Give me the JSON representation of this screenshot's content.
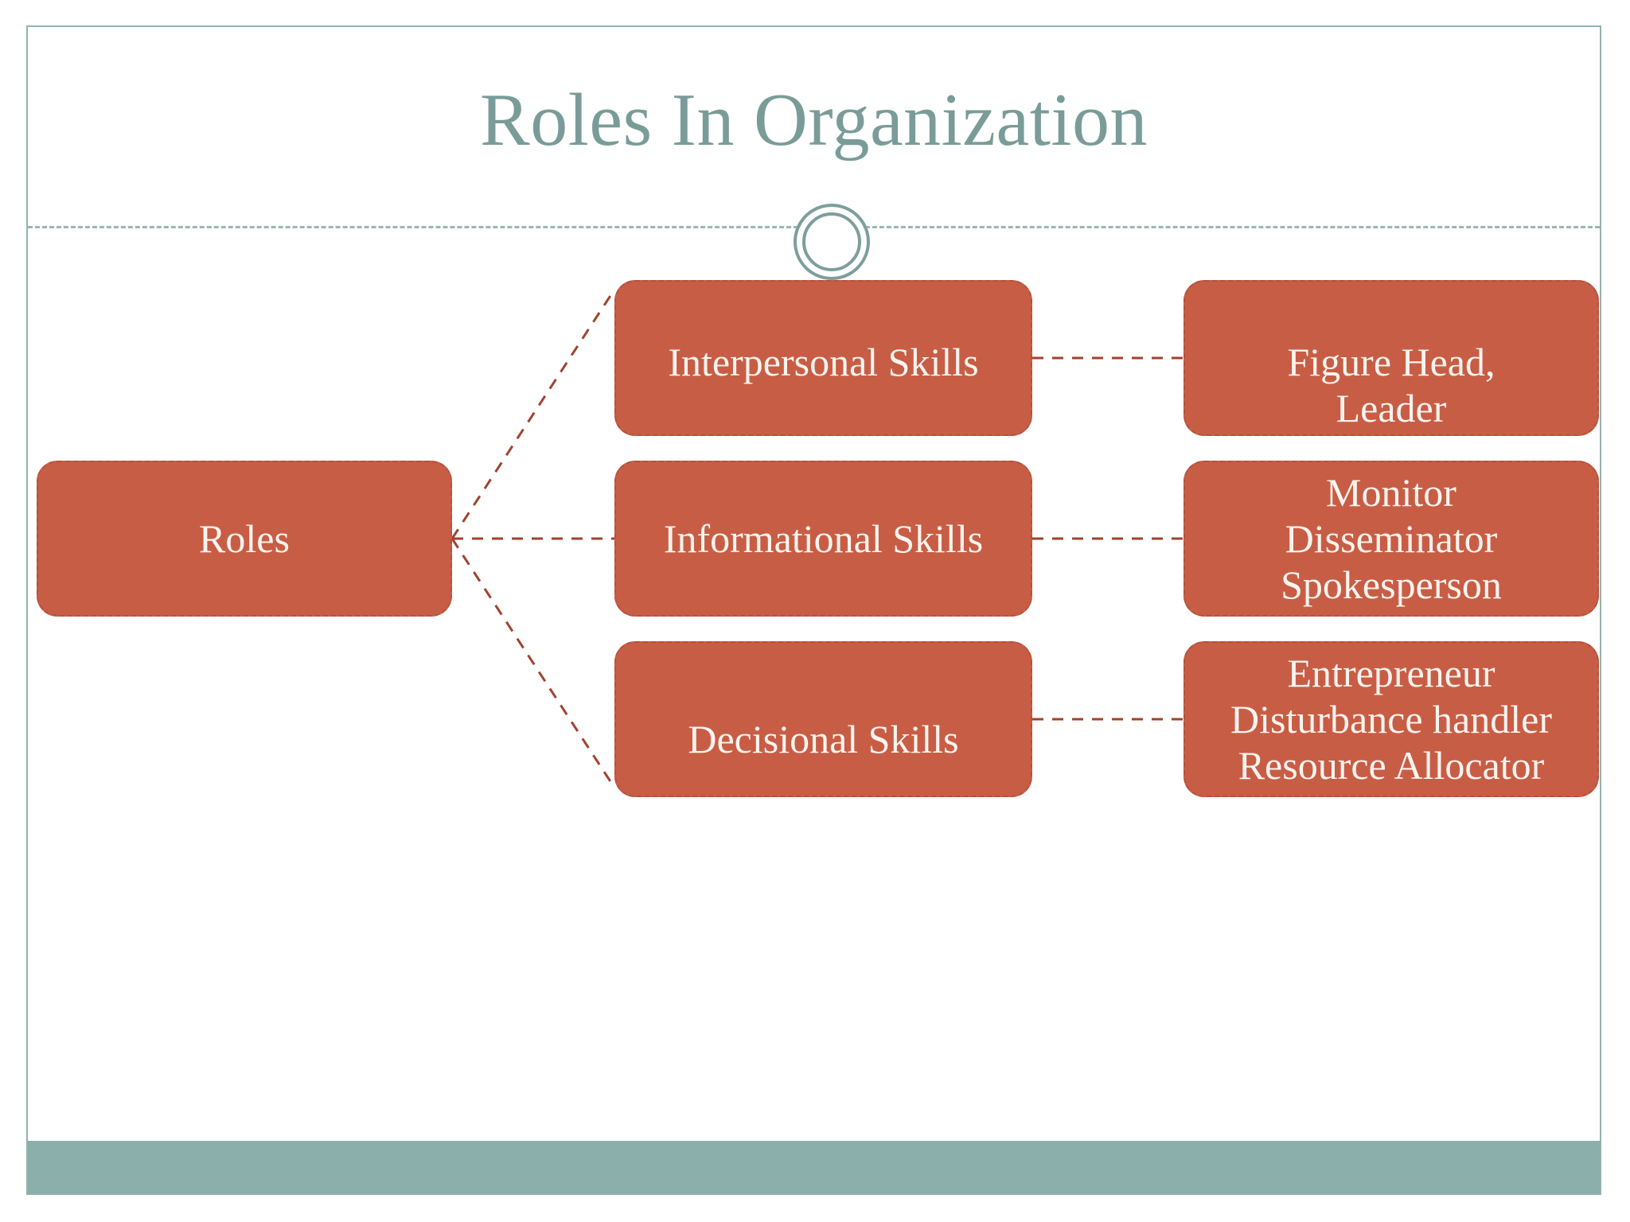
{
  "slide": {
    "title": "Roles In Organization",
    "theme": {
      "accent_orange": "#c85d45",
      "accent_sage": "#8bafab",
      "title_color": "#7a9c99",
      "connector_color": "#a0432e",
      "node_text_color": "#fdf4ef"
    }
  },
  "diagram": {
    "root": {
      "label": "Roles"
    },
    "branches": [
      {
        "category": "Interpersonal Skills",
        "detail_lines": [
          "Figure Head,",
          "Leader"
        ]
      },
      {
        "category": "Informational Skills",
        "detail_lines": [
          "Monitor",
          "Disseminator",
          "Spokesperson"
        ]
      },
      {
        "category": "Decisional Skills",
        "detail_lines": [
          "Entrepreneur",
          "Disturbance  handler",
          "Resource  Allocator"
        ]
      }
    ]
  },
  "ornament": {
    "name": "double-ring-circle"
  }
}
